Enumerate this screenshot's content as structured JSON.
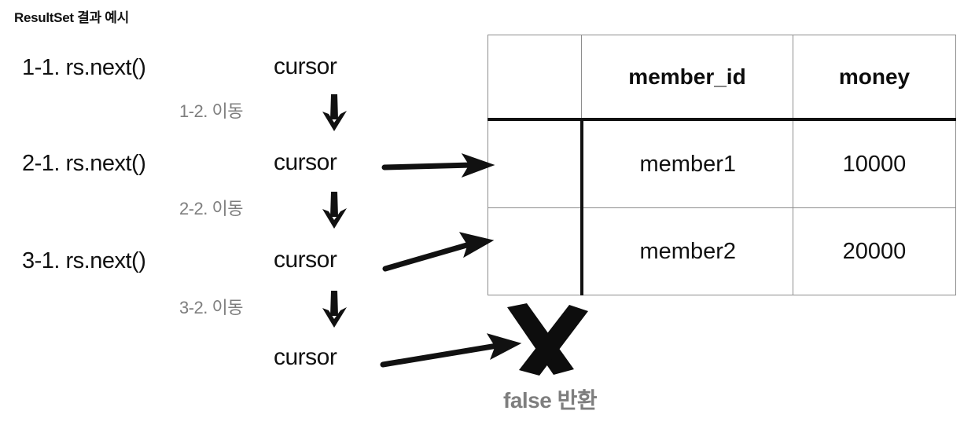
{
  "title": "ResultSet 결과 예시",
  "steps": [
    {
      "id": "step-1-1",
      "label": "1-1. rs.next()"
    },
    {
      "id": "step-2-1",
      "label": "2-1. rs.next()"
    },
    {
      "id": "step-3-1",
      "label": "3-1. rs.next()"
    }
  ],
  "moves": [
    {
      "id": "move-1-2",
      "label": "1-2. 이동"
    },
    {
      "id": "move-2-2",
      "label": "2-2. 이동"
    },
    {
      "id": "move-3-2",
      "label": "3-2. 이동"
    }
  ],
  "cursors": [
    {
      "id": "cursor-1",
      "label": "cursor"
    },
    {
      "id": "cursor-2",
      "label": "cursor"
    },
    {
      "id": "cursor-3",
      "label": "cursor"
    },
    {
      "id": "cursor-4",
      "label": "cursor"
    }
  ],
  "table": {
    "headers": [
      "",
      "member_id",
      "money"
    ],
    "rows": [
      [
        "",
        "member1",
        "10000"
      ],
      [
        "",
        "member2",
        "20000"
      ]
    ]
  },
  "false_return": {
    "caption": "false 반환",
    "mark": "x-mark"
  },
  "icons": {
    "down_arrow": "↓",
    "right_arrow": "→"
  },
  "colors": {
    "ink": "#111111",
    "muted": "#7e7e7e",
    "grid": "#8d8d8d",
    "background": "#ffffff"
  }
}
